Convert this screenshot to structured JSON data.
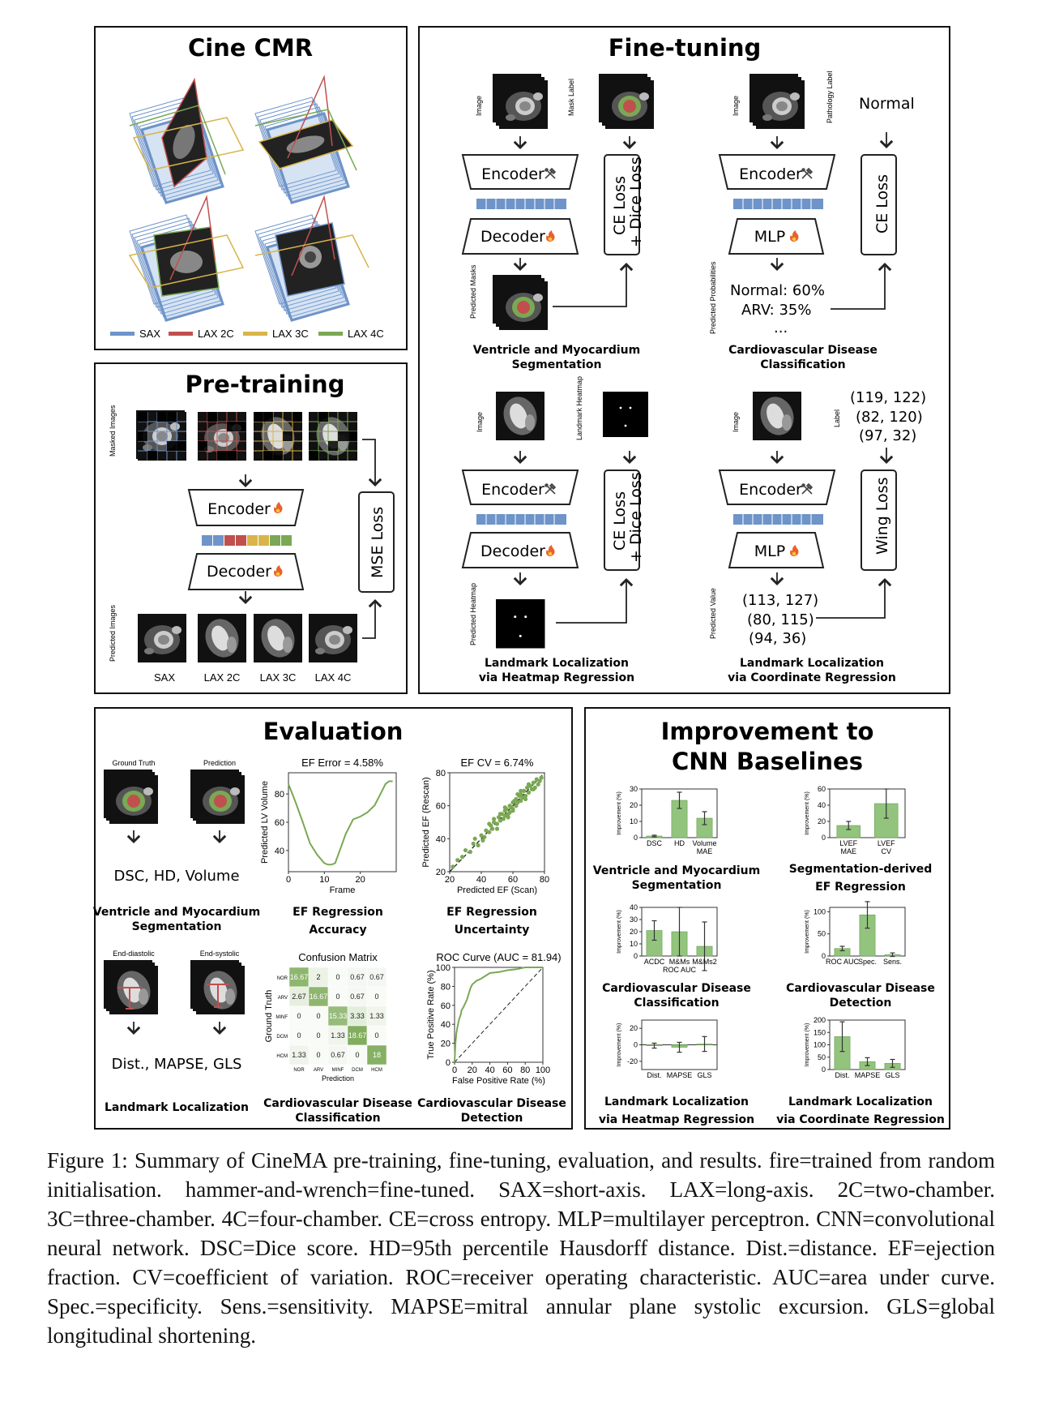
{
  "panels": {
    "cine": {
      "title": "Cine CMR",
      "legend": [
        {
          "label": "SAX",
          "color": "#6e94c9"
        },
        {
          "label": "LAX 2C",
          "color": "#c0504d"
        },
        {
          "label": "LAX 3C",
          "color": "#d9b44a"
        },
        {
          "label": "LAX 4C",
          "color": "#7aa854"
        }
      ]
    },
    "pretrain": {
      "title": "Pre-training",
      "masked_label": "Masked Images",
      "predicted_label": "Predicted Images",
      "encoder": "Encoder",
      "decoder": "Decoder",
      "loss": "MSE Loss",
      "views": [
        "SAX",
        "LAX 2C",
        "LAX 3C",
        "LAX 4C"
      ]
    },
    "finetune": {
      "title": "Fine-tuning",
      "seg": {
        "image_label": "Image",
        "mask_label": "Mask Label",
        "encoder": "Encoder",
        "decoder": "Decoder",
        "loss_line1": "CE Loss",
        "loss_line2": "+ Dice Loss",
        "pred_label": "Predicted Masks",
        "caption1": "Ventricle and Myocardium",
        "caption2": "Segmentation"
      },
      "cls": {
        "image_label": "Image",
        "label_label": "Pathology Label",
        "label_value": "Normal",
        "encoder": "Encoder",
        "mlp": "MLP",
        "loss": "CE Loss",
        "pred_label": "Predicted Probabilities",
        "prob1": "Normal: 60%",
        "prob2": "ARV: 35%",
        "prob3": "...",
        "caption1": "Cardiovascular Disease",
        "caption2": "Classification"
      },
      "heat": {
        "image_label": "Image",
        "label_label": "Landmark Heatmap",
        "encoder": "Encoder",
        "decoder": "Decoder",
        "loss_line1": "CE Loss",
        "loss_line2": "+ Dice Loss",
        "pred_label": "Predicted Heatmap",
        "caption1": "Landmark Localization",
        "caption2": "via Heatmap Regression"
      },
      "coord": {
        "image_label": "Image",
        "label_label": "Label",
        "label_values": [
          "(119, 122)",
          "(82, 120)",
          "(97, 32)"
        ],
        "encoder": "Encoder",
        "mlp": "MLP",
        "loss": "Wing Loss",
        "pred_label": "Predicted Value",
        "pred_values": [
          "(113, 127)",
          "(80, 115)",
          "(94, 36)"
        ],
        "caption1": "Landmark Localization",
        "caption2": "via Coordinate Regression"
      }
    },
    "evaluation": {
      "title": "Evaluation",
      "gt_label": "Ground Truth",
      "pred_label": "Prediction",
      "seg_metrics": "DSC, HD, Volume",
      "seg_cap1": "Ventricle and Myocardium",
      "seg_cap2": "Segmentation",
      "ed_label": "End-diastolic",
      "es_label": "End-systolic",
      "lm_metrics": "Dist., MAPSE, GLS",
      "lm_cap": "Landmark Localization",
      "ef_cap1": "EF Regression",
      "ef_cap2": "Accuracy",
      "cv_cap1": "EF Regression",
      "cv_cap2": "Uncertainty",
      "cm_cap1": "Cardiovascular Disease",
      "cm_cap2": "Classification",
      "roc_cap1": "Cardiovascular Disease",
      "roc_cap2": "Detection"
    },
    "improvement": {
      "title1": "Improvement to",
      "title2": "CNN Baselines",
      "ylabel": "Improvement (%)",
      "captions": [
        [
          "Ventricle and Myocardium",
          "Segmentation"
        ],
        [
          "Segmentation-derived",
          "EF Regression"
        ],
        [
          "Cardiovascular Disease",
          "Classification"
        ],
        [
          "Cardiovascular Disease",
          "Detection"
        ],
        [
          "Landmark Localization",
          "via Heatmap Regression"
        ],
        [
          "Landmark Localization",
          "via Coordinate Regression"
        ]
      ],
      "sub_xlabel_cls": "ROC AUC"
    }
  },
  "caption": "Figure 1:  Summary of CineMA pre-training, fine-tuning, evaluation, and results. fire=trained from random initialisation. hammer-and-wrench=fine-tuned. SAX=short-axis. LAX=long-axis. 2C=two-chamber. 3C=three-chamber. 4C=four-chamber. CE=cross entropy. MLP=multilayer perceptron. CNN=convolutional neural network. DSC=Dice score. HD=95th percentile Hausdorff distance. Dist.=distance. EF=ejection fraction. CV=coefficient of variation. ROC=receiver operating characteristic. AUC=area under curve. Spec.=specificity. Sens.=sensitivity. MAPSE=mitral annular plane systolic excursion. GLS=global longitudinal shortening.",
  "chart_data": [
    {
      "type": "line",
      "title": "EF Error = 4.58%",
      "xlabel": "Frame",
      "ylabel": "Predicted LV Volume",
      "xlim": [
        0,
        30
      ],
      "ylim": [
        25,
        95
      ],
      "xticks": [
        0,
        10,
        20
      ],
      "yticks": [
        40,
        60,
        80
      ],
      "x": [
        0,
        2,
        4,
        6,
        8,
        9,
        10,
        11,
        12,
        13,
        14,
        16,
        18,
        20,
        22,
        24,
        26,
        27,
        28,
        29
      ],
      "y": [
        87,
        74,
        60,
        45,
        37,
        34,
        31,
        30,
        30,
        31,
        38,
        52,
        62,
        64,
        67,
        72,
        82,
        87,
        89,
        89
      ],
      "color": "#7aa854"
    },
    {
      "type": "scatter",
      "title": "EF CV = 6.74%",
      "xlabel": "Predicted EF (Scan)",
      "ylabel": "Predicted EF (Rescan)",
      "xlim": [
        20,
        80
      ],
      "ylim": [
        20,
        80
      ],
      "xticks": [
        20,
        40,
        60,
        80
      ],
      "yticks": [
        20,
        40,
        60,
        80
      ],
      "x": [
        22,
        25,
        28,
        30,
        33,
        35,
        38,
        40,
        42,
        43,
        45,
        46,
        47,
        48,
        50,
        51,
        52,
        53,
        54,
        55,
        55,
        56,
        57,
        58,
        58,
        59,
        60,
        60,
        61,
        62,
        62,
        63,
        64,
        65,
        65,
        66,
        67,
        68,
        69,
        70,
        71,
        72,
        73,
        74,
        75,
        76,
        77,
        78,
        45,
        50,
        55,
        60,
        65,
        70,
        48,
        52,
        57,
        63,
        68,
        73,
        36,
        41
      ],
      "y": [
        23,
        27,
        29,
        33,
        32,
        37,
        36,
        42,
        41,
        45,
        44,
        48,
        46,
        50,
        49,
        53,
        51,
        55,
        52,
        57,
        54,
        58,
        55,
        60,
        56,
        59,
        62,
        58,
        63,
        60,
        64,
        62,
        66,
        63,
        67,
        65,
        69,
        66,
        71,
        68,
        72,
        70,
        74,
        71,
        76,
        73,
        75,
        77,
        49,
        46,
        59,
        57,
        69,
        73,
        52,
        55,
        53,
        67,
        64,
        70,
        40,
        39
      ],
      "color": "#7aa854"
    },
    {
      "type": "heatmap",
      "title": "Confusion Matrix",
      "xlabel": "Prediction",
      "ylabel": "Ground Truth",
      "categories": [
        "NOR",
        "ARV",
        "HCM",
        "DCM",
        "MINF"
      ],
      "row_labels": [
        "NOR",
        "ARV",
        "MINF",
        "DCM",
        "HCM"
      ],
      "col_labels": [
        "NOR",
        "ARV",
        "MINF",
        "DCM",
        "HCM"
      ],
      "values": [
        [
          "16.67",
          "2",
          "0",
          "0.67",
          "0.67"
        ],
        [
          "2.67",
          "16.67",
          "0",
          "0.67",
          "0"
        ],
        [
          "0",
          "0",
          "15.33",
          "3.33",
          "1.33"
        ],
        [
          "0",
          "0",
          "1.33",
          "18.67",
          "0"
        ],
        [
          "1.33",
          "0",
          "0.67",
          "0",
          "18"
        ]
      ],
      "vmax": 20,
      "color": "#7aa854"
    },
    {
      "type": "line",
      "title": "ROC Curve (AUC = 81.94)",
      "xlabel": "False Positive Rate (%)",
      "ylabel": "True Positive Rate (%)",
      "xlim": [
        0,
        100
      ],
      "ylim": [
        0,
        100
      ],
      "xticks": [
        0,
        20,
        40,
        60,
        80,
        100
      ],
      "yticks": [
        0,
        20,
        40,
        60,
        80,
        100
      ],
      "x": [
        0,
        1,
        2,
        3,
        5,
        7,
        8,
        10,
        12,
        14,
        16,
        18,
        20,
        25,
        30,
        35,
        40,
        50,
        60,
        70,
        80,
        100
      ],
      "y": [
        0,
        20,
        30,
        36,
        45,
        50,
        55,
        58,
        62,
        66,
        72,
        78,
        82,
        86,
        88,
        91,
        94,
        95,
        97,
        98,
        100,
        100
      ],
      "color": "#7aa854"
    },
    {
      "type": "bar",
      "categories": [
        "DSC",
        "HD",
        "Volume MAE"
      ],
      "values": [
        1,
        23,
        12
      ],
      "errors": [
        0.5,
        5,
        4
      ],
      "ylim": [
        0,
        30
      ],
      "yticks": [
        0,
        10,
        20,
        30
      ]
    },
    {
      "type": "bar",
      "categories": [
        "LVEF MAE",
        "LVEF CV"
      ],
      "values": [
        15,
        42
      ],
      "errors": [
        5,
        18
      ],
      "ylim": [
        0,
        60
      ],
      "yticks": [
        0,
        20,
        40,
        60
      ]
    },
    {
      "type": "bar",
      "categories": [
        "ACDC",
        "M&Ms",
        "M&Ms2"
      ],
      "values": [
        21,
        20,
        8
      ],
      "errors": [
        8,
        20,
        20
      ],
      "ylim": [
        0,
        40
      ],
      "yticks": [
        0,
        10,
        20,
        30,
        40
      ]
    },
    {
      "type": "bar",
      "categories": [
        "ROC AUC",
        "Spec.",
        "Sens."
      ],
      "values": [
        17,
        93,
        3
      ],
      "errors": [
        5,
        30,
        4
      ],
      "ylim": [
        0,
        110
      ],
      "yticks": [
        0,
        50,
        100
      ]
    },
    {
      "type": "bar",
      "categories": [
        "Dist.",
        "MAPSE",
        "GLS"
      ],
      "values": [
        -1,
        -3,
        1
      ],
      "errors": [
        3,
        6,
        9
      ],
      "ylim": [
        -30,
        30
      ],
      "yticks": [
        -20,
        0,
        20
      ]
    },
    {
      "type": "bar",
      "categories": [
        "Dist.",
        "MAPSE",
        "GLS"
      ],
      "values": [
        133,
        32,
        25
      ],
      "errors": [
        60,
        16,
        16
      ],
      "ylim": [
        0,
        200
      ],
      "yticks": [
        0,
        50,
        100,
        150,
        200
      ]
    }
  ]
}
